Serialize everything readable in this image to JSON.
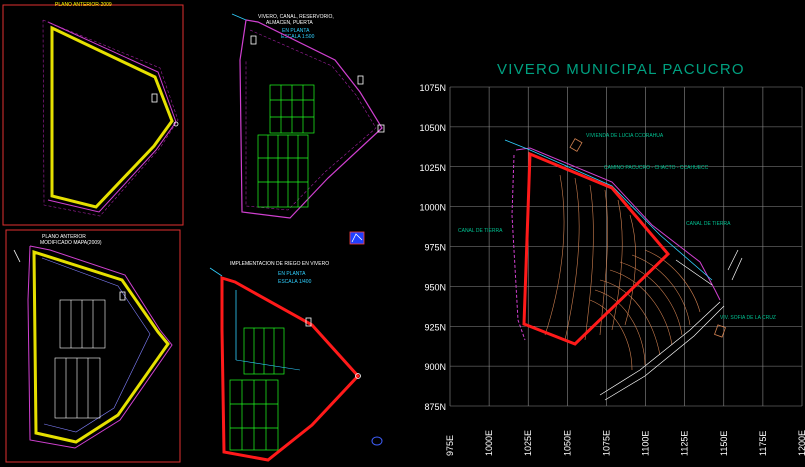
{
  "panels": {
    "p1": {
      "title": "PLANO ANTERIOR-2009"
    },
    "p2": {
      "title_line1": "VIVERO, CANAL, RESERVORIO,",
      "title_line2": "ALMACEN, PUERTA",
      "subtitle": "EN PLANTA",
      "scale": "ESCALA 1:500"
    },
    "p3": {
      "title_line1": "PLANO ANTERIOR",
      "title_line2": "MODIFICADO MAPA(2009)"
    },
    "p4": {
      "title": "IMPLEMENTACION DE RIEGO EN VIVERO",
      "subtitle": "EN PLANTA",
      "scale": "ESCALA 1/400"
    }
  },
  "main": {
    "title": "VIVERO MUNICIPAL PACUCRO",
    "y_labels": [
      "1075N",
      "1050N",
      "1025N",
      "1000N",
      "975N",
      "950N",
      "925N",
      "900N",
      "875N"
    ],
    "x_labels": [
      "975E",
      "1000E",
      "1025E",
      "1050E",
      "1075E",
      "1100E",
      "1125E",
      "1150E",
      "1175E",
      "1200E"
    ],
    "annotations": {
      "vivienda": "VIVIENDA DE LUCIA CCORAHUA",
      "camino": "CAMINO PACUCRO - CHACTO - CCAHUECC",
      "canal_right": "CANAL DE TIERRA",
      "canal_left": "CANAL DE TIERRA",
      "sofia": "VIV. SOFIA DE LA CRUZ"
    }
  },
  "colors": {
    "yellow": "#e6e000",
    "red": "#ff1a1a",
    "magenta": "#d040d0",
    "green": "#20ff20",
    "cyan": "#30d0ff",
    "grid": "#8c8c8c",
    "title": "#00a080",
    "orange": "#d08050"
  }
}
